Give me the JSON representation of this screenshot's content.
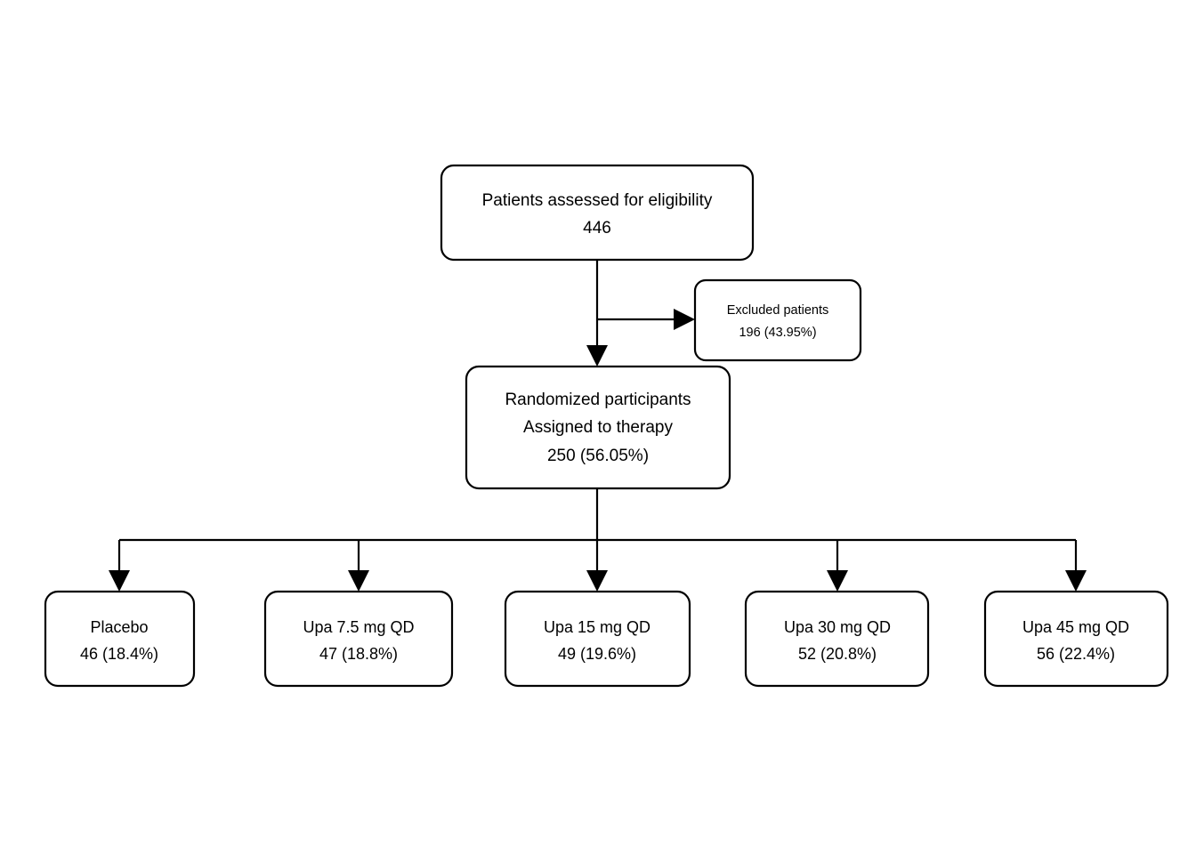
{
  "diagram": {
    "type": "clinical-trial-flow-diagram",
    "background_color": "#ffffff",
    "line_color": "#000000",
    "text_color": "#000000",
    "nodes": {
      "assessed": {
        "name": "patients-assessed-box",
        "line1": "Patients assessed for eligibility",
        "line2": "446"
      },
      "excluded": {
        "name": "excluded-patients-box",
        "line1": "Excluded patients",
        "line2": "196 (43.95%)"
      },
      "randomized": {
        "name": "randomized-participants-box",
        "line1": "Randomized participants",
        "line2": "Assigned to therapy",
        "line3": "250 (56.05%)"
      }
    },
    "arms": [
      {
        "name": "placebo-arm-box",
        "line1": "Placebo",
        "line2": "46 (18.4%)"
      },
      {
        "name": "upa-7-5-arm-box",
        "line1": "Upa 7.5 mg QD",
        "line2": "47 (18.8%)"
      },
      {
        "name": "upa-15-arm-box",
        "line1": "Upa 15 mg QD",
        "line2": "49 (19.6%)"
      },
      {
        "name": "upa-30-arm-box",
        "line1": "Upa 30 mg QD",
        "line2": "52 (20.8%)"
      },
      {
        "name": "upa-45-arm-box",
        "line1": "Upa 45 mg QD",
        "line2": "56 (22.4%)"
      }
    ]
  }
}
